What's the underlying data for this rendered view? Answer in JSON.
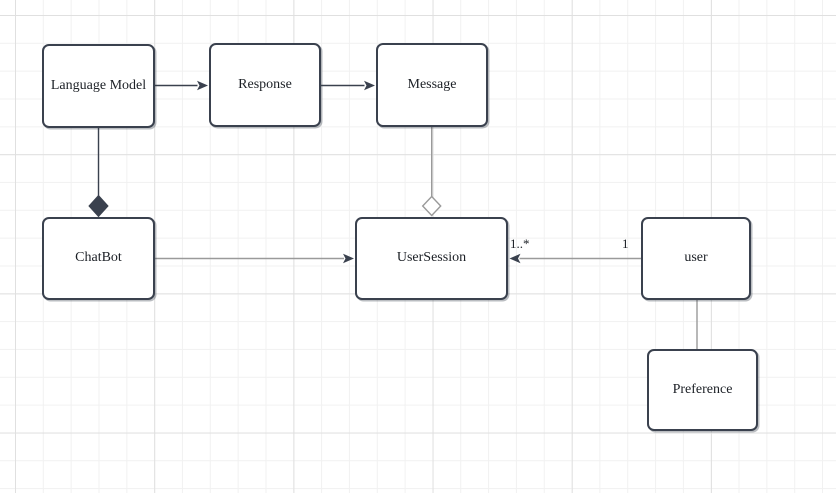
{
  "diagram": {
    "nodes": [
      {
        "id": "language-model",
        "label": "Language Model"
      },
      {
        "id": "response",
        "label": "Response"
      },
      {
        "id": "message",
        "label": "Message"
      },
      {
        "id": "chatbot",
        "label": "ChatBot"
      },
      {
        "id": "user-session",
        "label": "UserSession"
      },
      {
        "id": "user",
        "label": "user"
      },
      {
        "id": "preference",
        "label": "Preference"
      }
    ],
    "edges": [
      {
        "from": "language-model",
        "to": "response",
        "type": "directed-arrow"
      },
      {
        "from": "response",
        "to": "message",
        "type": "directed-arrow"
      },
      {
        "from": "language-model",
        "to": "chatbot",
        "type": "composition-filled-diamond"
      },
      {
        "from": "message",
        "to": "user-session",
        "type": "aggregation-open-diamond"
      },
      {
        "from": "chatbot",
        "to": "user-session",
        "type": "directed-arrow"
      },
      {
        "from": "user",
        "to": "user-session",
        "type": "directed-arrow",
        "source_multiplicity": "1",
        "target_multiplicity": "1..*"
      },
      {
        "from": "user",
        "to": "preference",
        "type": "plain-line"
      }
    ],
    "colors": {
      "node_border": "#3a414e",
      "node_fill": "#ffffff",
      "edge_dark": "#3a414e",
      "edge_gray": "#9a9a9a",
      "text": "#1c2026",
      "grid_minor": "#f1f1f1",
      "grid_major": "#e0e0e0",
      "canvas_background": "#ffffff"
    }
  }
}
